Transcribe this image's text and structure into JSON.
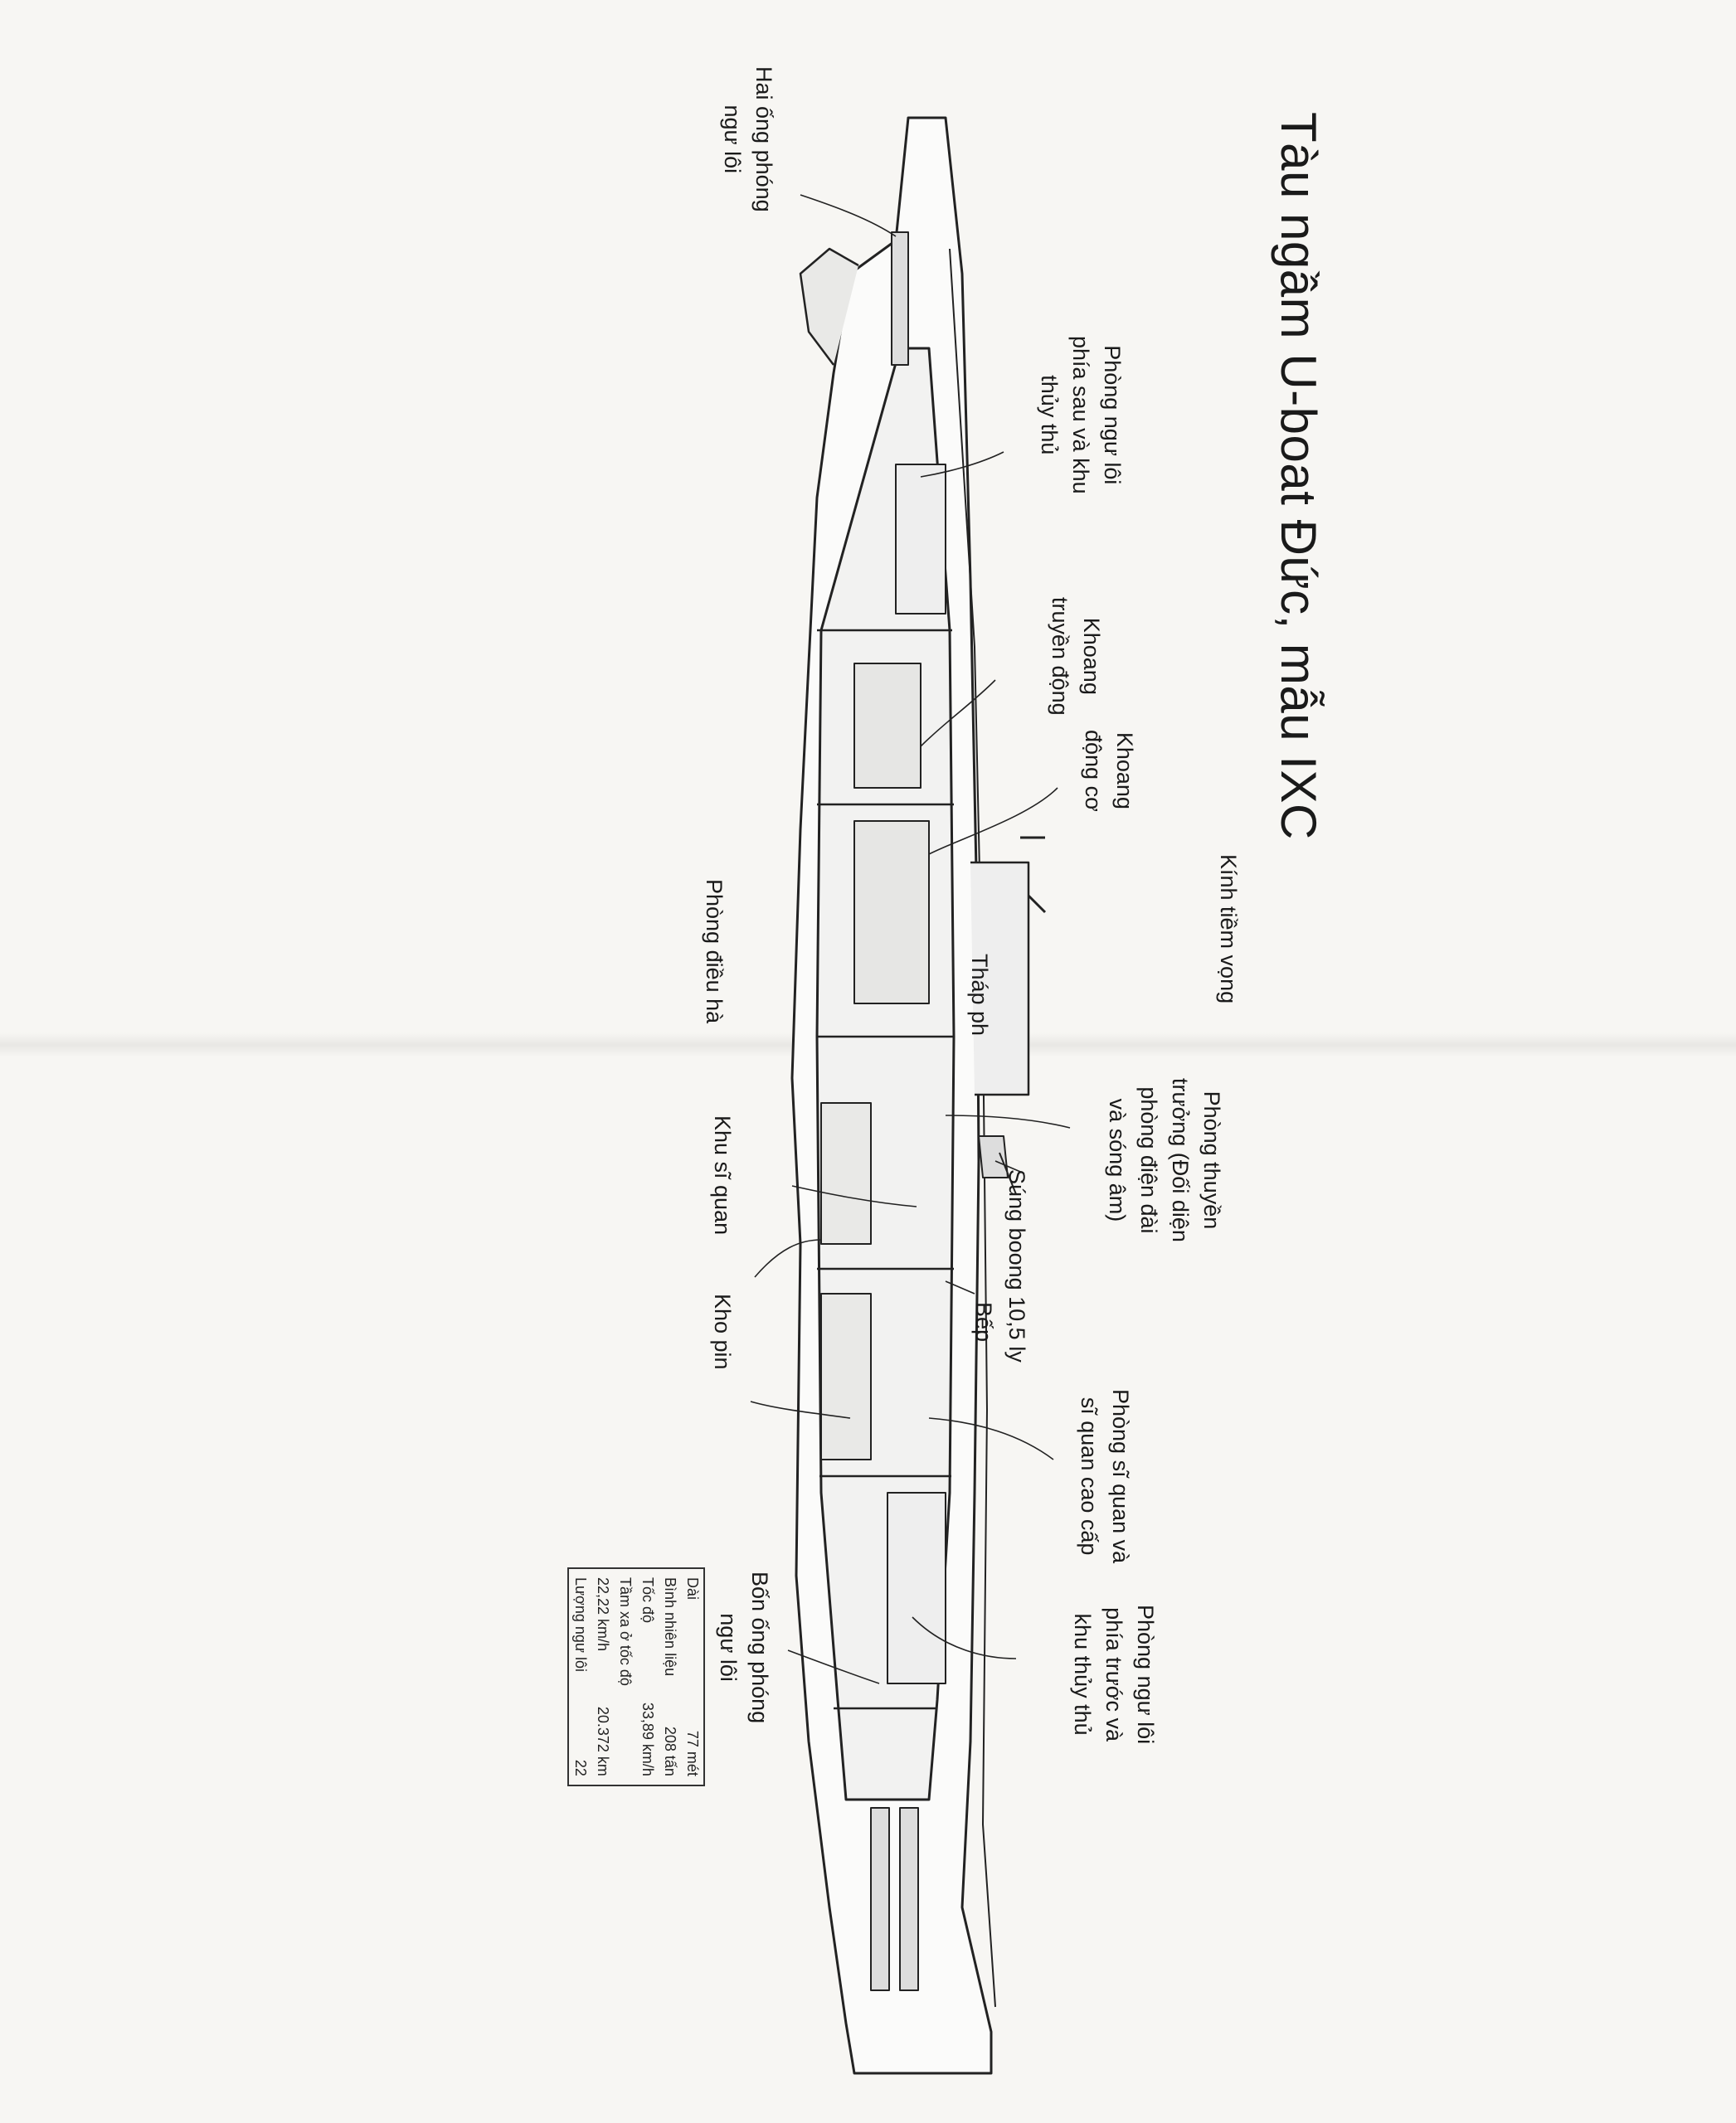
{
  "title": "Tàu ngầm U-boat Đức, mẫu IXC",
  "labels": {
    "two_tubes": [
      "Hai ống phóng",
      "ngư lôi"
    ],
    "aft_room": [
      "Phòng ngư lôi",
      "phía sau và khu",
      "thủy thủ"
    ],
    "motor_room": [
      "Khoang",
      "truyền động"
    ],
    "engine_room": [
      "Khoang",
      "động cơ"
    ],
    "periscope": [
      "Kính tiềm vọng"
    ],
    "tower": [
      "Tháp ph"
    ],
    "control_room": [
      "Phòng điều hà"
    ],
    "captain": [
      "Phòng thuyền",
      "trưởng (Đối diện",
      "phòng điện đài",
      "và sóng âm)"
    ],
    "deck_gun": [
      "Súng boong 10,5 ly"
    ],
    "galley": [
      "Bếp"
    ],
    "officers": [
      "Khu sĩ quan"
    ],
    "battery": [
      "Kho pin"
    ],
    "senior_officers": [
      "Phòng sĩ quan và",
      "sĩ quan cao cấp"
    ],
    "fwd_room": [
      "Phòng ngư lôi",
      "phía trước và",
      "khu thủy thủ"
    ],
    "four_tubes": [
      "Bốn ống phóng",
      "ngư lôi"
    ]
  },
  "specs": [
    {
      "label": "Dài",
      "value": "77 mét"
    },
    {
      "label": "Bình nhiên liệu",
      "value": "208 tấn"
    },
    {
      "label": "Tốc độ",
      "value": "33,89 km/h"
    },
    {
      "label": "Tầm xa ở tốc độ",
      "value": ""
    },
    {
      "label": "22,22 km/h",
      "value": "20.372 km"
    },
    {
      "label": "Lượng ngư lôi",
      "value": "22"
    }
  ]
}
